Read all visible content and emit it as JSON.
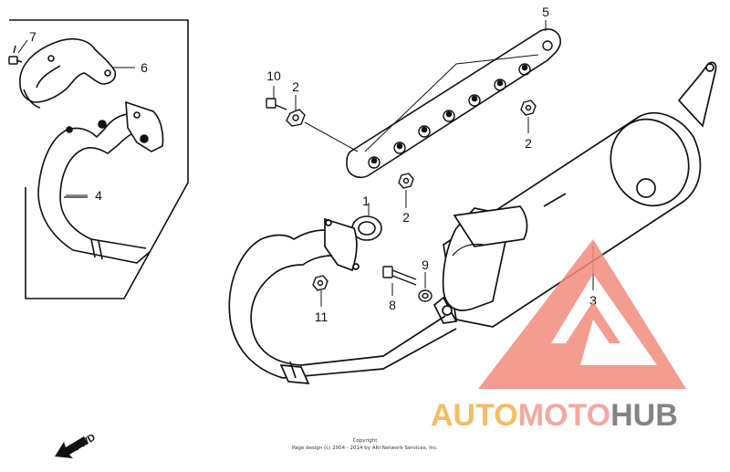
{
  "diagram": {
    "part_labels": {
      "p1": "1",
      "p2a": "2",
      "p2b": "2",
      "p2c": "2",
      "p3": "3",
      "p4": "4",
      "p5": "5",
      "p6": "6",
      "p7": "7",
      "p8": "8",
      "p9": "9",
      "p10": "10",
      "p11": "11"
    },
    "fwd_label": "FWD",
    "copyright_line1": "Copyright",
    "copyright_line2": "Page design (c) 2004 - 2014 by ARI Network Services, Inc."
  },
  "watermark": {
    "part1": "AUTO",
    "part2": "MOTO",
    "part3": "HUB",
    "colors": {
      "auto": "#f2b248",
      "moto": "#f39a8e",
      "hub": "#6e6e6e",
      "triangle": "#f28b7c"
    }
  }
}
